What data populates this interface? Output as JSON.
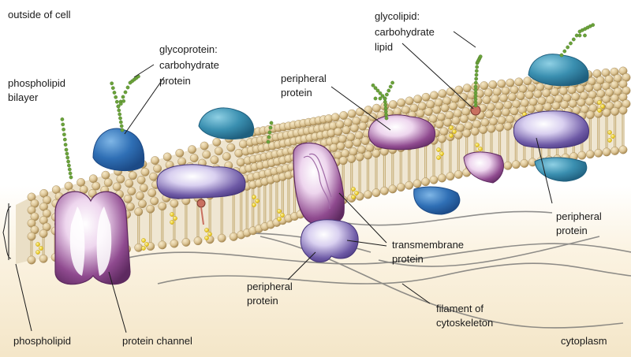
{
  "labels": {
    "outside": "outside of cell",
    "glycoprotein_title": "glycoprotein:",
    "glycoprotein_carb": "carbohydrate",
    "glycoprotein_protein": "protein",
    "glycolipid_title": "glycolipid:",
    "glycolipid_carb": "carbohydrate",
    "glycolipid_lipid": "lipid",
    "bilayer_1": "phospholipid",
    "bilayer_2": "bilayer",
    "peripheral_top_1": "peripheral",
    "peripheral_top_2": "protein",
    "peripheral_right_1": "peripheral",
    "peripheral_right_2": "protein",
    "peripheral_bottom_1": "peripheral",
    "peripheral_bottom_2": "protein",
    "transmembrane_1": "transmembrane",
    "transmembrane_2": "protein",
    "filament_1": "filament of",
    "filament_2": "cytoskeleton",
    "phospholipid": "phospholipid",
    "protein_channel": "protein channel",
    "cytoplasm": "cytoplasm"
  },
  "colors": {
    "head": "#dcc596",
    "head_dark": "#a98a52",
    "tail": "#c9b27e",
    "blue_protein": "#2f6fb5",
    "teal_protein": "#3a8fb0",
    "purple_protein": "#6e5aa6",
    "magenta_protein": "#8f4a8f",
    "cholesterol": "#f2d20a",
    "sugar_chain": "#6aa23a",
    "filament": "#6b6b6b"
  }
}
